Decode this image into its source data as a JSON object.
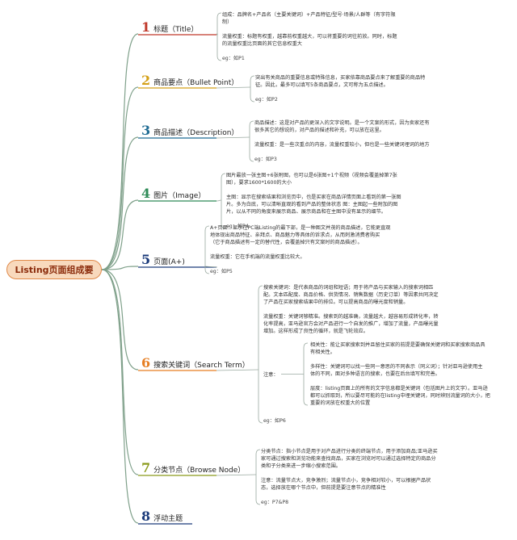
{
  "root": {
    "title": "Listing页面组成要"
  },
  "colors": {
    "t1": "#c0392b",
    "t2": "#d4a017",
    "t3": "#1f6b93",
    "t4": "#2e8b57",
    "t5": "#1a3a7a",
    "t6": "#e67e22",
    "t7": "#8a9a1a",
    "t8": "#1a3a7a",
    "branch": "#7fa08a"
  },
  "topics": [
    {
      "num": "1",
      "label": "标题（Title）",
      "lines": [
        "组成：品牌名+产品名（主要关键词）+产品特征/型号·场景/人群等（有字符限",
        "制）",
        "",
        "流量权重：标题有权重，越靠前权重越大，可以将重要的词往前放。同时，标题",
        "的流量权重比页面的其它信息权重大",
        "",
        "eg：如P1"
      ]
    },
    {
      "num": "2",
      "label": "商品要点（Bullet Point）",
      "lines": [
        "突出有关商品的重要信息或特殊信息，买家依靠商品要点来了解重要的商品特",
        "征。因此，最多可以填写5条商品要点，文可称为五点描述。",
        "",
        "eg：如P2"
      ]
    },
    {
      "num": "3",
      "label": "商品描述（Description）",
      "lines": [
        "商品描述：这是对产品的更深入的文字说明。是一个文案的形式，因为卖家还有",
        "很多其它的想说的，对产品的描述和补充，可以放在这里。",
        "",
        "流量权重：是一些次重点的内容，流量权重较小，但也是一些关键词埋词的地方",
        "",
        "eg：如P3"
      ]
    },
    {
      "num": "4",
      "label": "图片（Image）",
      "lines": [
        "图片最放一张主图+6张附图，也可以是6张图+1个视频（视频会覆盖掉第7张",
        "图），要求1600*1600的大小",
        "",
        "主图：显示在搜索结果和浏览页中，也是买家在商品详情页面上看到的第一张图",
        "片。多为白底，可以清晰直观的看到产品的整体状态 图：主图起一些附加的图",
        "片，以从不同的角度来展示商品、展示商品和在主图中没有显示的细节。",
        "",
        "eg：如P4"
      ]
    },
    {
      "num": "5",
      "label": "页面(A+)",
      "lines": [
        "A+页面：显示在PC端Listing的最下部，是一种图文并茂的商品描述，它能更直观",
        "地体现出商品特征、亲拜点、商品魅力等具体的诉求点，从而刺激消费者购买",
        "（它于商品描述有一定的替代性，会覆盖掉只有文案时的商品描述）。",
        "",
        "流量权重：它在手机端的流量权重比较大。",
        "",
        "eg：如P5"
      ]
    },
    {
      "num": "6",
      "label": "搜索关键词（Search Term）",
      "lines": [
        "搜索关键词：是代表商品的词组和短语；用于将产品与买家输入的搜索词相匹",
        "配。文本匹配度、商品价格、供货情况、销售数据（历史订单）等因素共同决定",
        "了产品在买家搜索结果中的排位。可以提高商品的曝光度和销量。",
        "",
        "流量权重：关键词够精准。搜索到的越准确，流量越大，越容易形成转化率，转",
        "化率提高，亚马逊官方会对产品进行一个自发的推广，增加了流量，产品曝光量",
        "增加。这样形成了良性的循环，就是飞轮效应。"
      ],
      "note_label": "注意：",
      "sub_notes": [
        [
          "相关性：能让买家搜索到并且留住买家的前提是要确保关键词和买家搜索商品具",
          "有相关性。"
        ],
        [
          "多样性：关键词可以找一些同一意思的不同表示（同义词）；针对亚马逊使用主",
          "体的不同，面对多种语言的搜索，也要在后台填写和完善。"
        ],
        [
          "层度：listing页面上的所有的文字信息都是关键词（包括图片上的文字）。亚马逊",
          "都可以抓取到，所以要尽可能的在listing中埋关键词，同时辨别流量词的大小，把",
          "重要的词放在权重大的位置"
        ]
      ],
      "eg": "eg：如P6"
    },
    {
      "num": "7",
      "label": "分类节点（Browse Node）",
      "lines": [
        "分类节点：指小节点是用于对产品进行分类的终端节点，用于添加商品;亚马逊买",
        "家可通过搜索和浏览功能来查找商品，买家在浏览时可以通过选择特定的商品分",
        "类和子分类来进一步缩小搜索范围。",
        "",
        "注意：流量节点大，竞争激烈；流量节点小，竞争相对较小，可以根据产品状",
        "态，选择放在哪个节点中，但前提是要注意节点的精准性",
        "",
        "eg：P7&P8"
      ]
    },
    {
      "num": "8",
      "label": "浮动主题",
      "lines": []
    }
  ]
}
